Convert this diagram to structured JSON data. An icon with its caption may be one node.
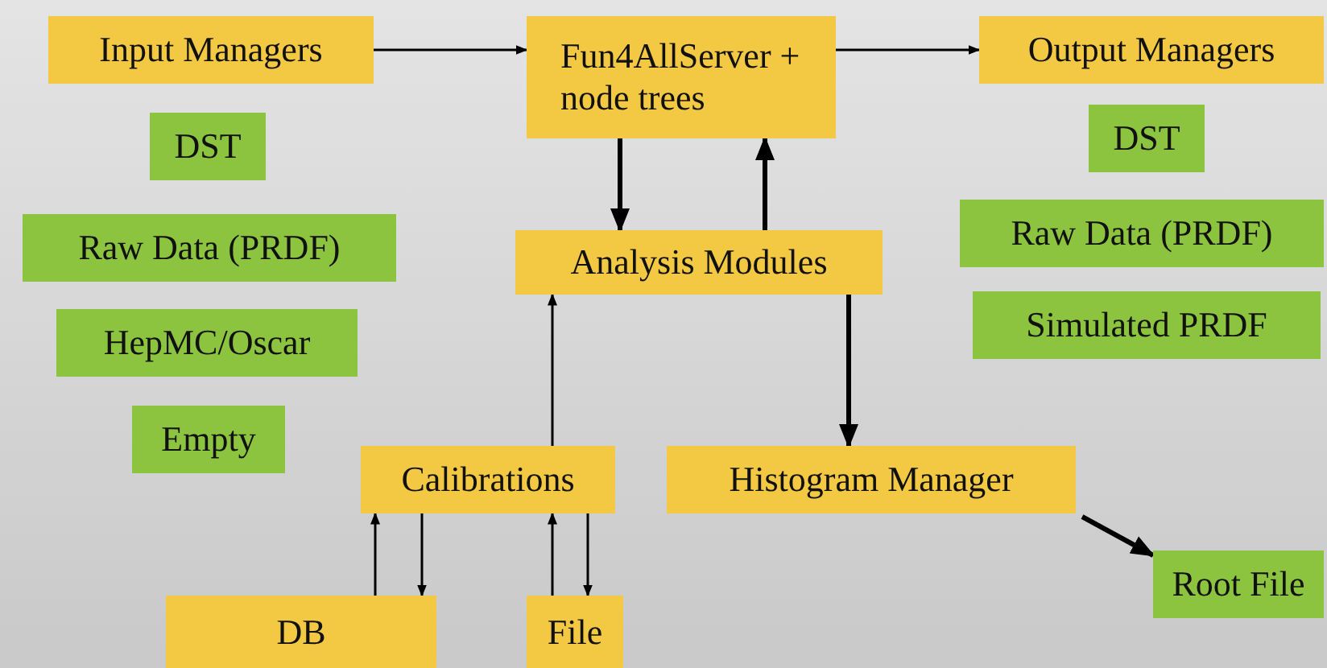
{
  "diagram": {
    "nodes": [
      {
        "text": [
          "Input Managers"
        ]
      },
      {
        "text": [
          "Fun4AllServer + node trees"
        ]
      },
      {
        "text": [
          "Output Managers"
        ]
      },
      {
        "text": [
          "DST"
        ]
      },
      {
        "text": [
          "Raw Data (PRDF)"
        ]
      },
      {
        "text": [
          "HepMC/Oscar"
        ]
      },
      {
        "text": [
          "Empty"
        ]
      },
      {
        "text": [
          "DST"
        ]
      },
      {
        "text": [
          "Raw Data (PRDF)"
        ]
      },
      {
        "text": [
          "Simulated PRDF"
        ]
      },
      {
        "text": [
          "Analysis Modules"
        ]
      },
      {
        "text": [
          "Calibrations"
        ]
      },
      {
        "text": [
          "Histogram Manager"
        ]
      },
      {
        "text": [
          "Root File"
        ]
      },
      {
        "text": [
          "DB"
        ]
      },
      {
        "text": [
          "File"
        ]
      }
    ],
    "edges": [
      {
        "from": 0,
        "to": 1,
        "arrow": "to"
      },
      {
        "from": 1,
        "to": 2,
        "arrow": "to"
      },
      {
        "from": 1,
        "to": 10,
        "arrow": "to",
        "style": "thick"
      },
      {
        "from": 10,
        "to": 1,
        "arrow": "to",
        "style": "thick"
      },
      {
        "from": 11,
        "to": 10,
        "arrow": "to"
      },
      {
        "from": 10,
        "to": 12,
        "arrow": "to",
        "style": "thick"
      },
      {
        "from": 12,
        "to": 13,
        "arrow": "to",
        "style": "thick"
      },
      {
        "from": 14,
        "to": 11,
        "arrow": "to"
      },
      {
        "from": 11,
        "to": 14,
        "arrow": "to"
      },
      {
        "from": 15,
        "to": 11,
        "arrow": "to"
      },
      {
        "from": 11,
        "to": 15,
        "arrow": "to"
      }
    ]
  }
}
